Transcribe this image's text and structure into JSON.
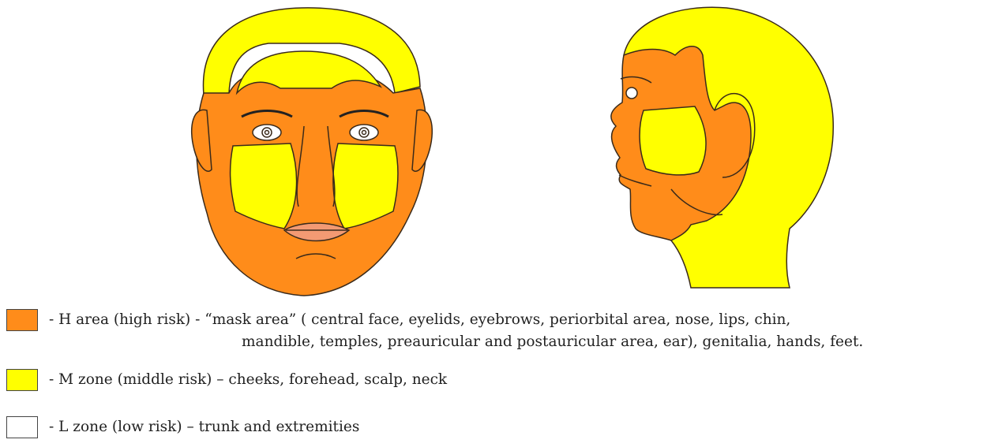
{
  "colors": {
    "high": "#ff8c1a",
    "middle": "#ffff00",
    "low": "#ffffff",
    "outline": "#3a2a1a",
    "lip": "#f39a73"
  },
  "figures": {
    "front": "face-front-view",
    "side": "face-side-view"
  },
  "legend": [
    {
      "zone": "high",
      "color": "#ff8c1a",
      "line1": "- H area  (high risk)  -  “mask area”  ( central face, eyelids, eyebrows,  periorbital area, nose,  lips,  chin,",
      "line2": "mandible, temples, preauricular and postauricular area, ear), genitalia, hands, feet."
    },
    {
      "zone": "middle",
      "color": "#ffff00",
      "line1": "- M zone (middle risk) – cheeks, forehead, scalp, neck"
    },
    {
      "zone": "low",
      "color": "#ffffff",
      "line1": "- L zone (low risk) – trunk and extremities"
    }
  ]
}
